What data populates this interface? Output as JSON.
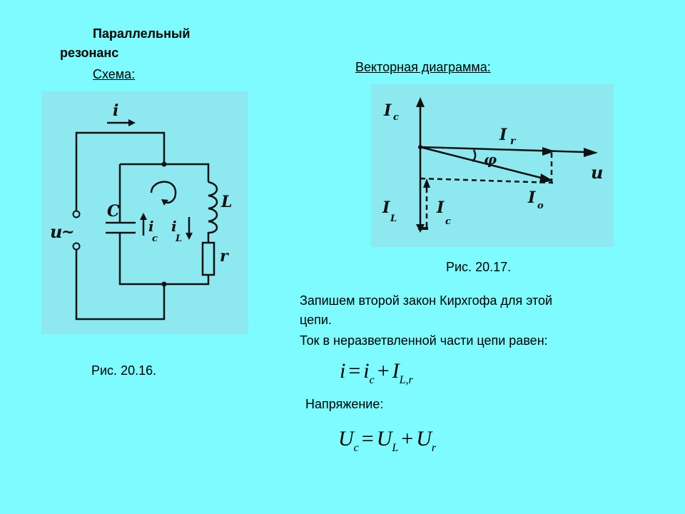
{
  "left": {
    "title_line1": "Параллельный",
    "title_line2": "резонанс",
    "scheme_label": "Схема:",
    "caption": "Рис. 20.16."
  },
  "right": {
    "diagram_label": "Векторная диаграмма:",
    "caption": "Рис. 20.17.",
    "text_line1": "Запишем второй закон Кирхгофа для этой",
    "text_line2": "цепи.",
    "text_line3": "Ток в неразветвленной части цепи равен:",
    "voltage_label": "Напряжение:"
  },
  "formula_current": {
    "lhs": "i",
    "eq": "=",
    "t1": "i",
    "t1_sub": "c",
    "plus": "+",
    "t2": "I",
    "t2_sub": "L,r"
  },
  "formula_voltage": {
    "t0": "U",
    "t0_sub": "c",
    "eq": "=",
    "t1": "U",
    "t1_sub": "L",
    "plus": "+",
    "t2": "U",
    "t2_sub": "r"
  },
  "circuit_labels": {
    "current": "i",
    "source": "u",
    "tilde": "~",
    "capacitor": "C",
    "ic": "i",
    "ic_sub": "c",
    "il": "i",
    "il_sub": "L",
    "inductor": "L",
    "resistor": "r"
  },
  "vector_labels": {
    "Ic": "I",
    "Ic_sub": "c",
    "Ir": "I",
    "Ir_sub": "r",
    "phi": "φ",
    "U": "u",
    "IL": "I",
    "IL_sub": "L",
    "Ic2": "I",
    "Ic2_sub": "c",
    "Io": "I",
    "Io_sub": "o"
  }
}
